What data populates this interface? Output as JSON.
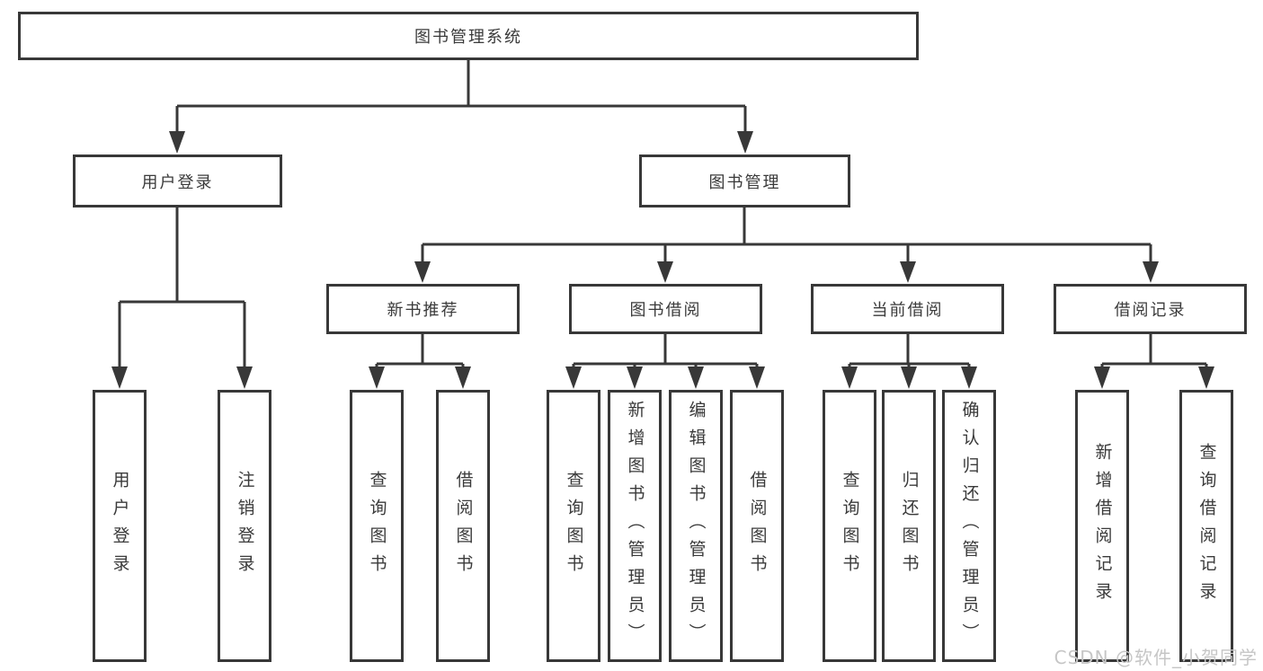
{
  "diagram": {
    "root": {
      "label": "图书管理系统"
    },
    "branches": [
      {
        "label": "用户登录"
      },
      {
        "label": "图书管理"
      }
    ],
    "modules": [
      {
        "label": "新书推荐"
      },
      {
        "label": "图书借阅"
      },
      {
        "label": "当前借阅"
      },
      {
        "label": "借阅记录"
      }
    ],
    "leaves": [
      {
        "label": "用户登录"
      },
      {
        "label": "注销登录"
      },
      {
        "label": "查询图书"
      },
      {
        "label": "借阅图书"
      },
      {
        "label": "查询图书"
      },
      {
        "label": "新增图书（管理员）"
      },
      {
        "label": "编辑图书（管理员）"
      },
      {
        "label": "借阅图书"
      },
      {
        "label": "查询图书"
      },
      {
        "label": "归还图书"
      },
      {
        "label": "确认归还（管理员）"
      },
      {
        "label": "新增借阅记录"
      },
      {
        "label": "查询借阅记录"
      }
    ]
  },
  "watermark": {
    "text": "CSDN @软件_小贺同学"
  },
  "colors": {
    "line": "#383838",
    "text": "#3a3a3a",
    "background": "#ffffff",
    "watermark": "#c6c6c6"
  }
}
